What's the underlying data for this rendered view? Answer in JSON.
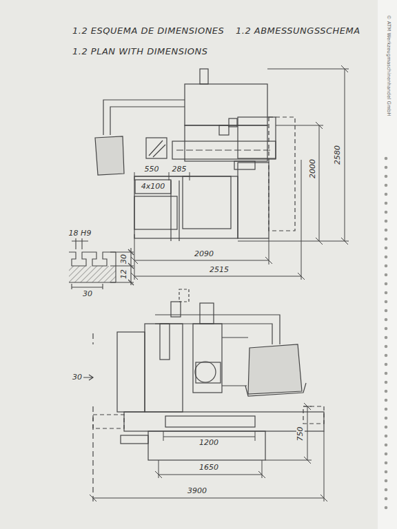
{
  "diagram": {
    "labels": [
      "1.2 ESQUEMA DE DIMENSIONES",
      "1.2 ABMESSUNGSSCHEMA",
      "1.2 PLAN WITH DIMENSIONS",
      "550",
      "285",
      "4x100",
      "18 H9",
      "30",
      "12",
      "30",
      "2090",
      "2515",
      "2000",
      "2580",
      "30",
      "1200",
      "1650",
      "750",
      "3900",
      "© ATM Werkzeugmaschinenhandel GmbH"
    ]
  }
}
